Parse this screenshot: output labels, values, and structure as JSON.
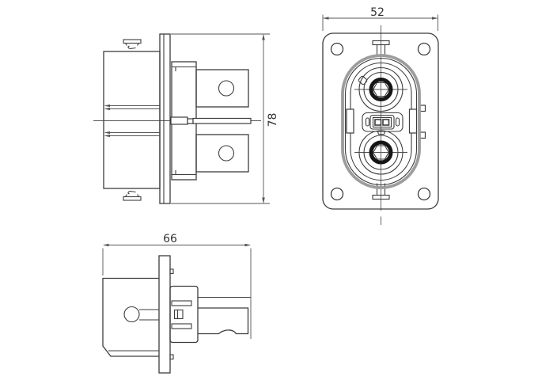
{
  "drawing": {
    "dimensions": {
      "front_view_width": "52",
      "side_view_height": "78",
      "top_view_length": "66"
    },
    "colors": {
      "line": "#3d3d3d",
      "thin_line": "#555555",
      "seal_ring_gray": "#9d9d9d",
      "terminal_ring_black": "#161616",
      "dim_text": "#333333",
      "background": "#ffffff"
    }
  }
}
